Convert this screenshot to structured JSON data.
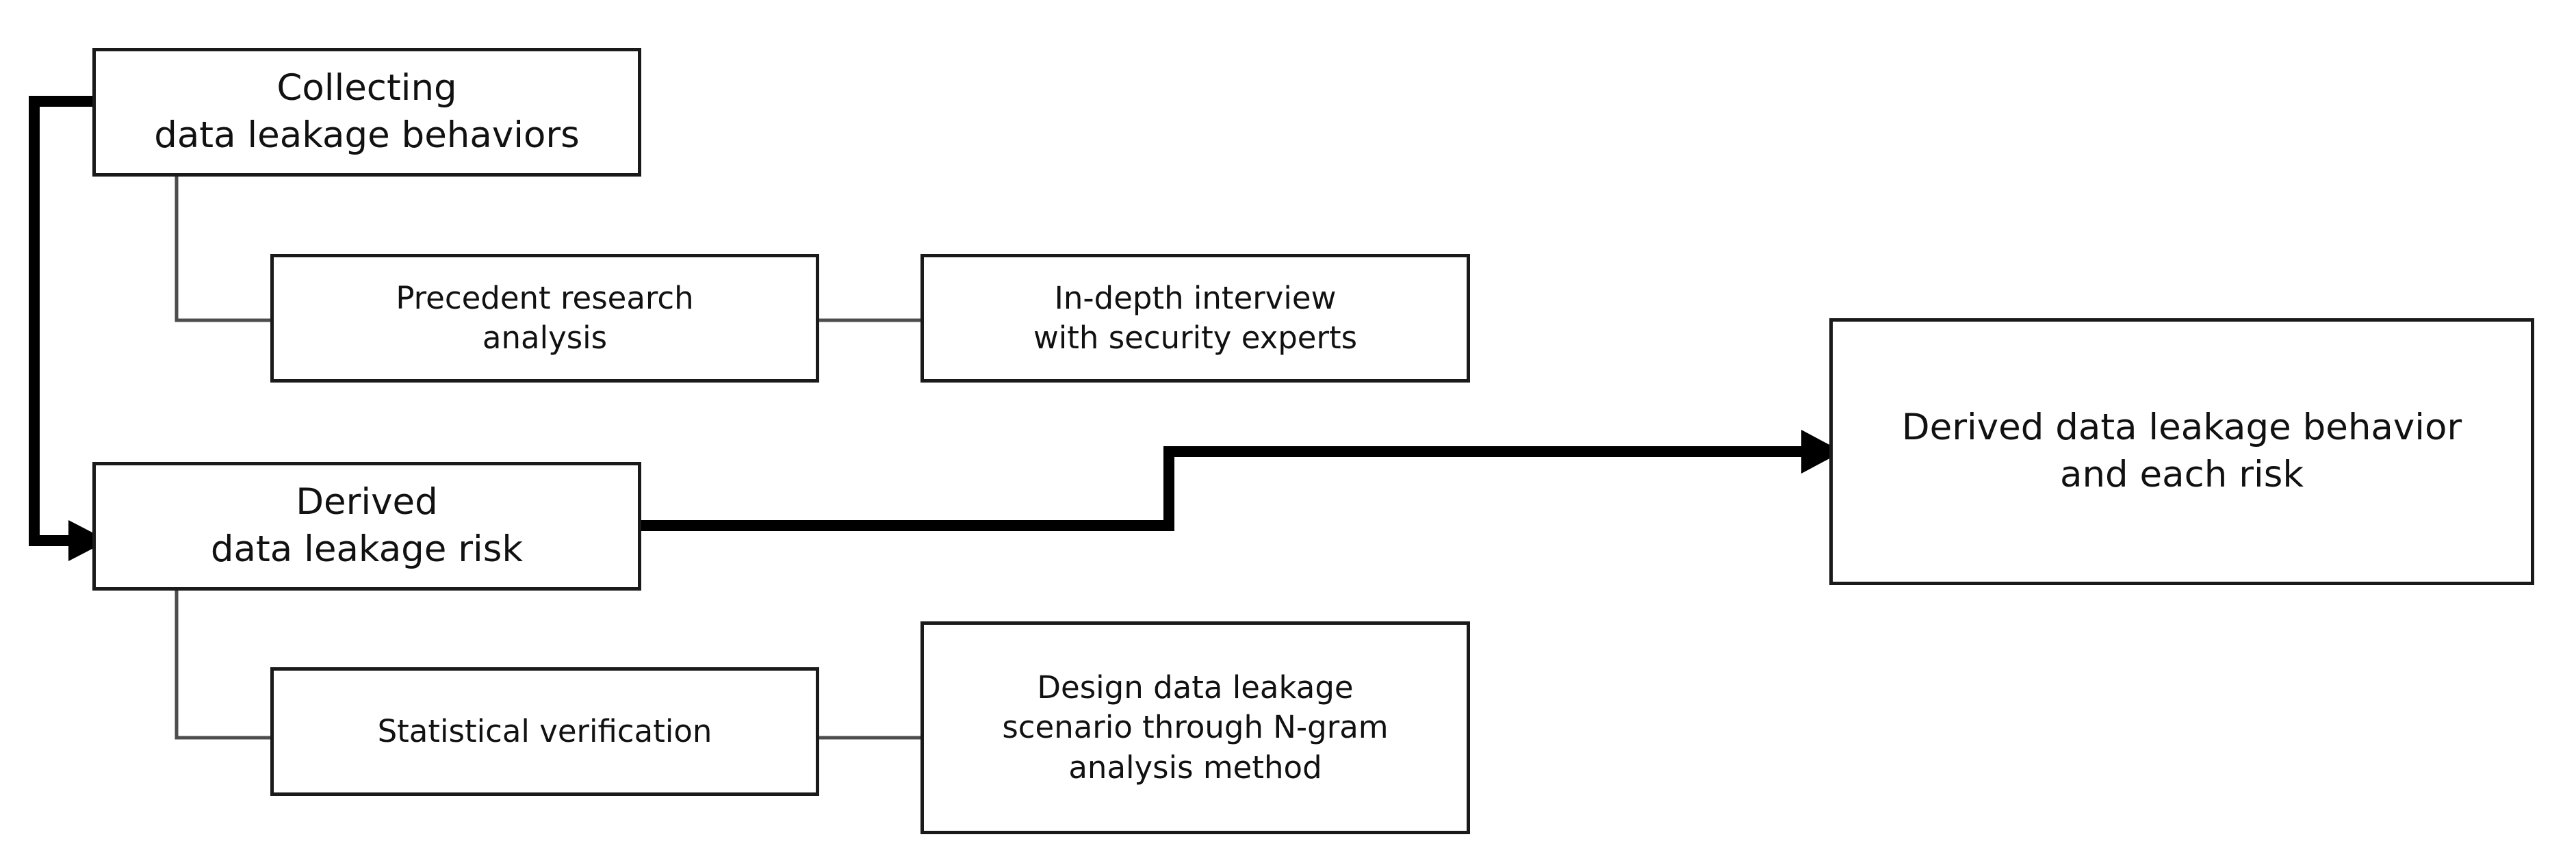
{
  "diagram": {
    "title": "Derived data leakage behavior and each risk research flow",
    "colors": {
      "box_border": "#1a1a1a",
      "box_fill": "#ffffff",
      "thin_connector": "#4d4d4d",
      "thick_connector": "#000000",
      "text": "#111111",
      "background": "#ffffff"
    },
    "nodes": [
      {
        "id": "collecting",
        "label": "Collecting\ndata leakage behaviors",
        "emphasis": "primary"
      },
      {
        "id": "precedent",
        "label": "Precedent  research\nanalysis",
        "emphasis": "secondary"
      },
      {
        "id": "interview",
        "label": "In-depth interview\nwith security experts",
        "emphasis": "secondary"
      },
      {
        "id": "derived_risk",
        "label": "Derived\ndata leakage risk",
        "emphasis": "primary"
      },
      {
        "id": "statistical",
        "label": "Statistical verification",
        "emphasis": "secondary"
      },
      {
        "id": "design_scenario",
        "label": "Design data leakage\nscenario through N-gram\nanalysis method",
        "emphasis": "secondary"
      },
      {
        "id": "result",
        "label": "Derived data leakage behavior\nand each risk",
        "emphasis": "primary"
      }
    ],
    "connectors": [
      {
        "id": "collecting-to-derived-risk",
        "from": "collecting",
        "to": "derived_risk",
        "style": "thick",
        "arrow": true
      },
      {
        "id": "collecting-to-precedent",
        "from": "collecting",
        "to": "precedent",
        "style": "thin",
        "arrow": false
      },
      {
        "id": "precedent-to-interview",
        "from": "precedent",
        "to": "interview",
        "style": "thin",
        "arrow": false
      },
      {
        "id": "derived-risk-to-statistical",
        "from": "derived_risk",
        "to": "statistical",
        "style": "thin",
        "arrow": false
      },
      {
        "id": "statistical-to-design-scenario",
        "from": "statistical",
        "to": "design_scenario",
        "style": "thin",
        "arrow": false
      },
      {
        "id": "derived-risk-to-result",
        "from": "derived_risk",
        "to": "result",
        "style": "thick",
        "arrow": true
      }
    ]
  }
}
